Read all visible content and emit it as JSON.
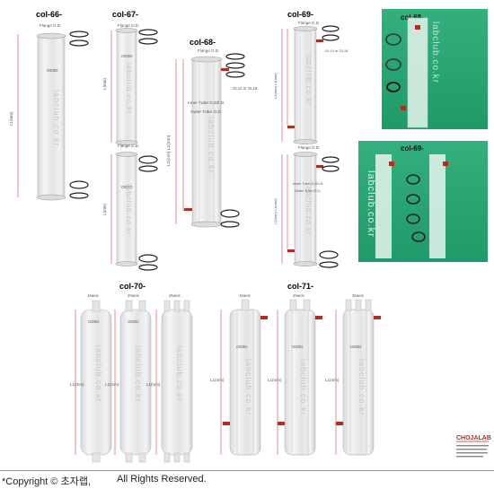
{
  "labels": {
    "col66": "col-66-",
    "col67": "col-67-",
    "col68": "col-68-",
    "col69": "col-69-",
    "col70": "col-70-",
    "col71": "col-71-",
    "photo68": "col-68-",
    "photo69": "col-69-"
  },
  "annotations": {
    "flange_od": "Flange O.D.",
    "od_id": "OD/ID",
    "l1_mm": "L1(mm)",
    "l_mm": "L(mm)",
    "l2_l1_mm": "L2(mm) L1(mm)",
    "l2_l1_mm_b": "L2(mm) L1(mm)",
    "inner_tube": "Inner Tube O.D/I.D",
    "outer_tube": "Outer Tube O.D.",
    "gl14": "GL14 or GL18",
    "neck1": "1Neck",
    "neck2": "2Neck",
    "neck3": "3Neck",
    "od": "OD/ID"
  },
  "watermark": "labclub.co.kr",
  "logo": {
    "text": "CHOJALAB"
  },
  "colors": {
    "glass": "#eeeeef",
    "glass_stroke": "#b8b8bc",
    "dimension": "#e23c3c",
    "photo_bg": "#2aa875",
    "cap_red": "#b52b1f",
    "dark": "#333333"
  },
  "footer": {
    "copyright": "*Copyright © 초자랩,",
    "rights": "All Rights Reserved."
  }
}
